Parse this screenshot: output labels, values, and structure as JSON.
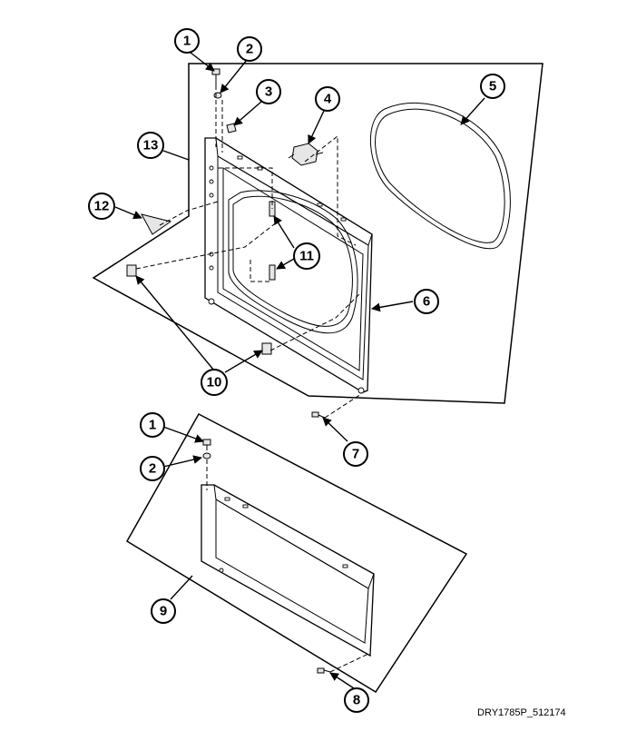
{
  "drawing_code": "DRY1785P_512174",
  "callouts": {
    "c1a": "1",
    "c2a": "2",
    "c3": "3",
    "c4": "4",
    "c5": "5",
    "c6": "6",
    "c7": "7",
    "c8": "8",
    "c9": "9",
    "c10": "10",
    "c11": "11",
    "c12": "12",
    "c13": "13",
    "c1b": "1",
    "c2b": "2"
  }
}
